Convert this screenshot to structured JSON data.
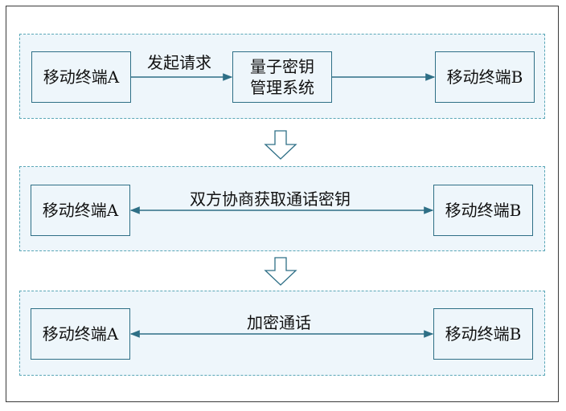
{
  "stage1": {
    "terminal_a": "移动终端A",
    "request_label": "发起请求",
    "key_system": "量子密钥\n管理系统",
    "terminal_b": "移动终端B"
  },
  "stage2": {
    "terminal_a": "移动终端A",
    "label": "双方协商获取通话密钥",
    "terminal_b": "移动终端B"
  },
  "stage3": {
    "terminal_a": "移动终端A",
    "label": "加密通话",
    "terminal_b": "移动终端B"
  },
  "colors": {
    "panel_fill": "#eef6fb",
    "panel_border": "#5aa7b7",
    "box_border": "#2e6f86",
    "arrow": "#2e6f86"
  }
}
